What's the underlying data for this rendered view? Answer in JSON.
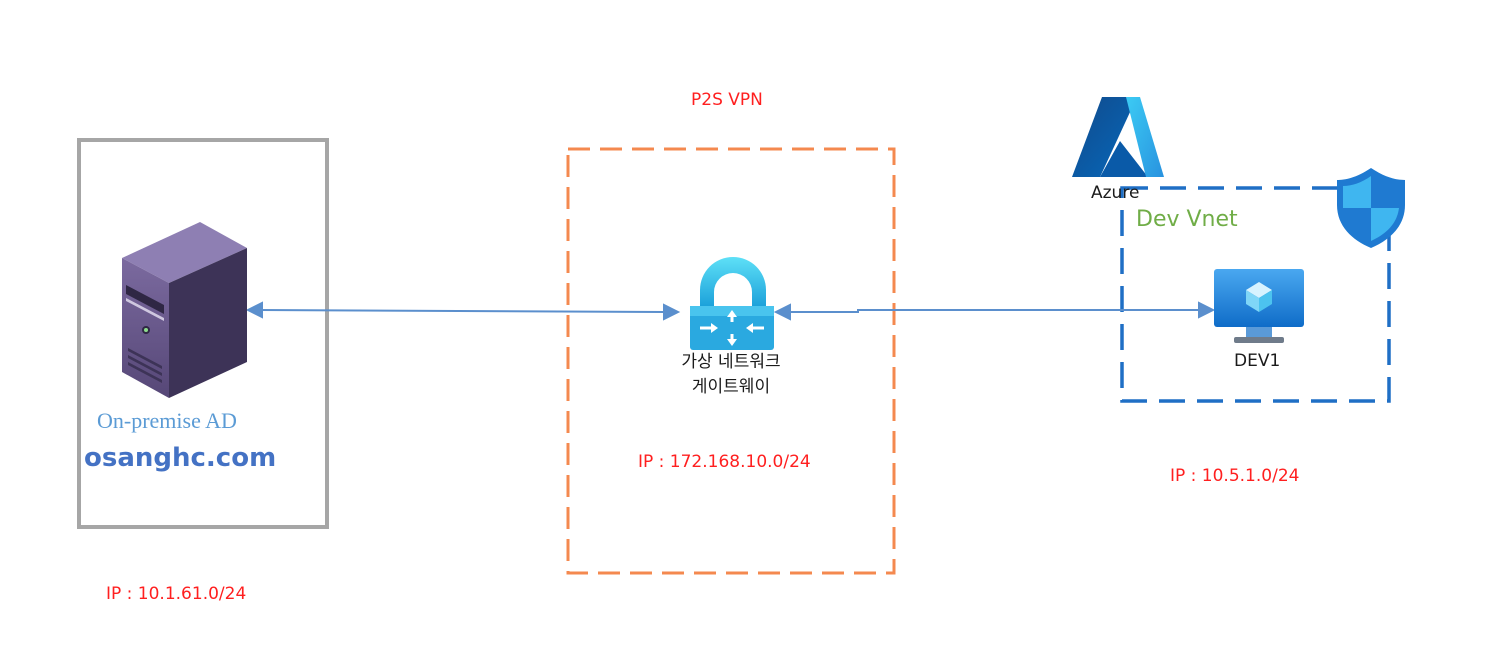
{
  "onprem": {
    "title": "On-premise AD",
    "domain": "osanghc.com",
    "ip": "IP : 10.1.61.0/24"
  },
  "vpn": {
    "label": "P2S VPN",
    "gateway_line1": "가상 네트워크",
    "gateway_line2": "게이트웨이",
    "ip": "IP : 172.168.10.0/24"
  },
  "azure": {
    "brand": "Azure",
    "vnet_label": "Dev Vnet",
    "vm_label": "DEV1",
    "ip": "IP : 10.5.1.0/24"
  },
  "colors": {
    "onprem_border": "#a6a6a6",
    "vpn_border": "#f4894f",
    "vnet_border": "#1f6fc5",
    "connector": "#5b8fcd",
    "ip_text": "#ff1f1f"
  }
}
